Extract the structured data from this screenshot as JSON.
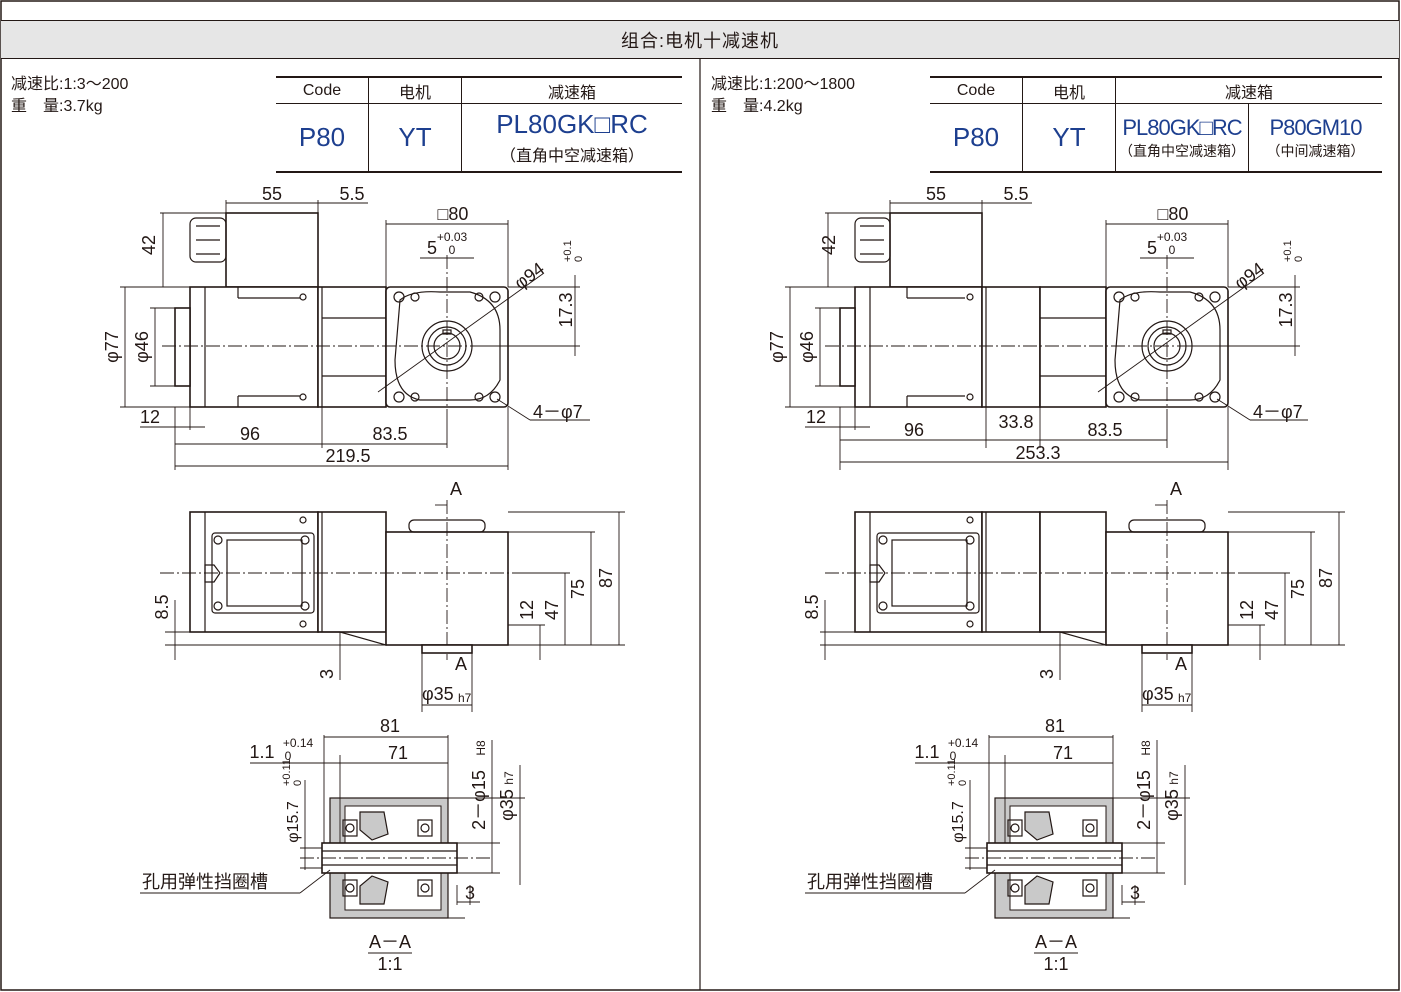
{
  "header": {
    "title": "组合:电机十减速机"
  },
  "left": {
    "spec_ratio": "减速比:1:3～200",
    "spec_weight": "重　量:3.7kg",
    "table": {
      "headers": [
        "Code",
        "电机",
        "减速箱"
      ],
      "code": "P80",
      "motor": "YT",
      "gearbox": "PL80GK□RC",
      "gearbox_note": "（直角中空减速箱）"
    },
    "dims": {
      "d55": "55",
      "d5_5": "5.5",
      "d42": "42",
      "d80": "□80",
      "d5": "5",
      "tol_5": "+0.03",
      "tol_5b": "0",
      "d94": "φ94",
      "d17_3": "17.3",
      "tol_17": "+0.1",
      "tol_17b": "0",
      "d77": "φ77",
      "d46": "φ46",
      "d12": "12",
      "d96": "96",
      "d83_5": "83.5",
      "d219_5": "219.5",
      "d4_7": "4－φ7",
      "secA": "A",
      "d8_5": "8.5",
      "d3": "3",
      "d12b": "12",
      "d47": "47",
      "d75": "75",
      "d87": "87",
      "d35": "φ35",
      "h7": "h7",
      "d81": "81",
      "d71": "71",
      "d1_1": "1.1",
      "tol_11": "+0.14",
      "tol_11b": "0",
      "d15_7": "φ15.7",
      "tol_157": "+0.11",
      "tol_157b": "0",
      "d2_15": "2－φ15",
      "H8": "H8",
      "d35b": "φ35",
      "h7b": "h7",
      "d3b": "3",
      "circlip": "孔用弹性挡圈槽",
      "section": "A－A",
      "scale": "1:1"
    }
  },
  "right": {
    "spec_ratio": "减速比:1:200～1800",
    "spec_weight": "重　量:4.2kg",
    "table": {
      "headers": [
        "Code",
        "电机",
        "减速箱"
      ],
      "code": "P80",
      "motor": "YT",
      "gearbox": "PL80GK□RC",
      "gearbox_note": "（直角中空减速箱）",
      "mid_gearbox": "P80GM10",
      "mid_gearbox_note": "（中间减速箱）"
    },
    "dims": {
      "d55": "55",
      "d5_5": "5.5",
      "d42": "42",
      "d80": "□80",
      "d5": "5",
      "tol_5": "+0.03",
      "tol_5b": "0",
      "d94": "φ94",
      "d17_3": "17.3",
      "tol_17": "+0.1",
      "tol_17b": "0",
      "d77": "φ77",
      "d46": "φ46",
      "d12": "12",
      "d96": "96",
      "d33_8": "33.8",
      "d83_5": "83.5",
      "d253_3": "253.3",
      "d4_7": "4－φ7",
      "secA": "A",
      "d8_5": "8.5",
      "d3": "3",
      "d12b": "12",
      "d47": "47",
      "d75": "75",
      "d87": "87",
      "d35": "φ35",
      "h7": "h7",
      "d81": "81",
      "d71": "71",
      "d1_1": "1.1",
      "tol_11": "+0.14",
      "tol_11b": "0",
      "d15_7": "φ15.7",
      "tol_157": "+0.11",
      "tol_157b": "0",
      "d2_15": "2－φ15",
      "H8": "H8",
      "d35b": "φ35",
      "h7b": "h7",
      "d3b": "3",
      "circlip": "孔用弹性挡圈槽",
      "section": "A－A",
      "scale": "1:1"
    }
  }
}
